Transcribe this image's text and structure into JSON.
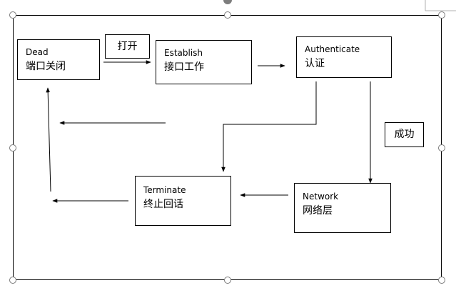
{
  "nodes": {
    "dead": {
      "title": "Dead",
      "subtitle": "端口关闭"
    },
    "establish": {
      "title": "Establish",
      "subtitle": "接口工作"
    },
    "authenticate": {
      "title": "Authenticate",
      "subtitle": "认证"
    },
    "network": {
      "title": "Network",
      "subtitle": "网络层"
    },
    "terminate": {
      "title": "Terminate",
      "subtitle": "终止回话"
    }
  },
  "edge_labels": {
    "open": "打开",
    "success": "成功"
  },
  "colors": {
    "line": "#000000",
    "handle_border": "#7a7a7a",
    "rotate_handle": "#7d7d7d"
  }
}
